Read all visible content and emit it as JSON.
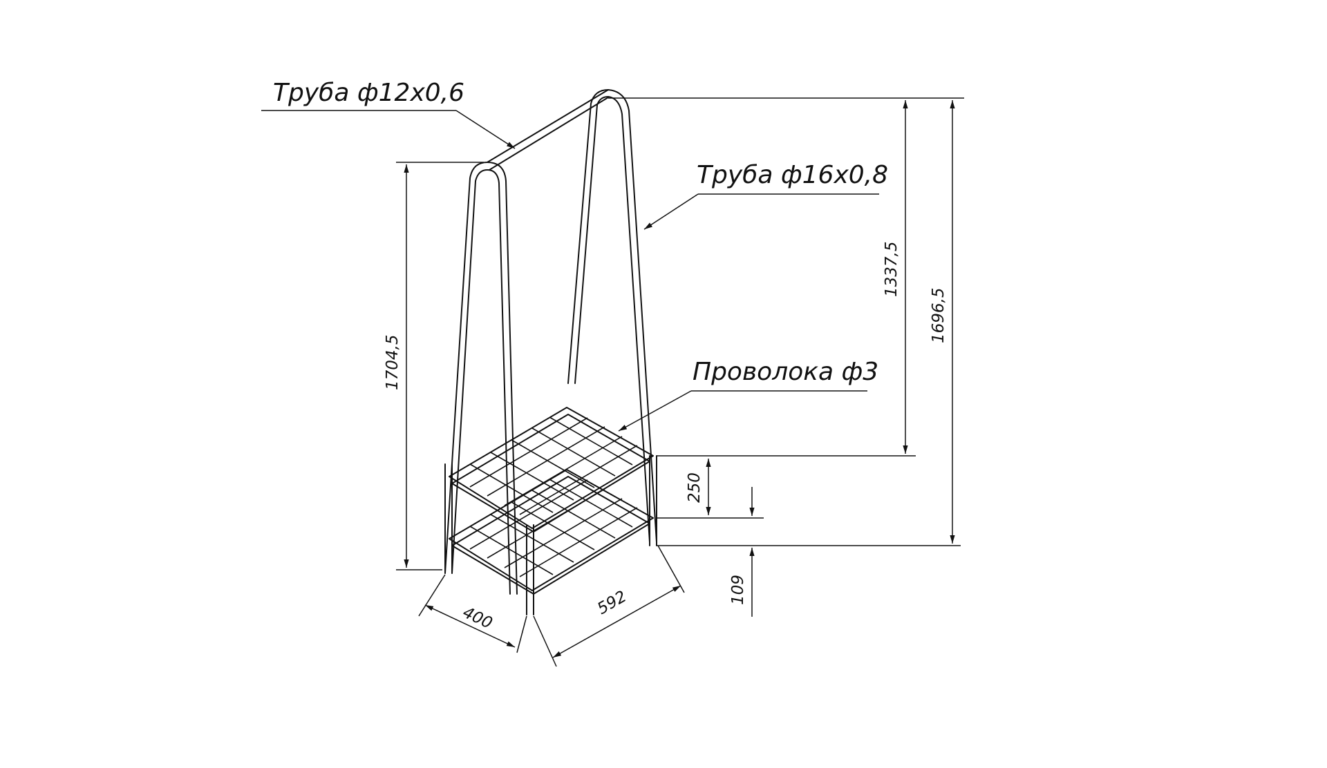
{
  "callouts": {
    "top_tube": "Труба ф12x0,6",
    "frame_tube": "Труба ф16x0,8",
    "wire": "Проволока ф3"
  },
  "dimensions": {
    "height_left": "1704,5",
    "height_to_shelf": "1337,5",
    "height_total": "1696,5",
    "shelf_gap": "250",
    "bottom_clearance": "109",
    "depth": "400",
    "width": "592"
  }
}
